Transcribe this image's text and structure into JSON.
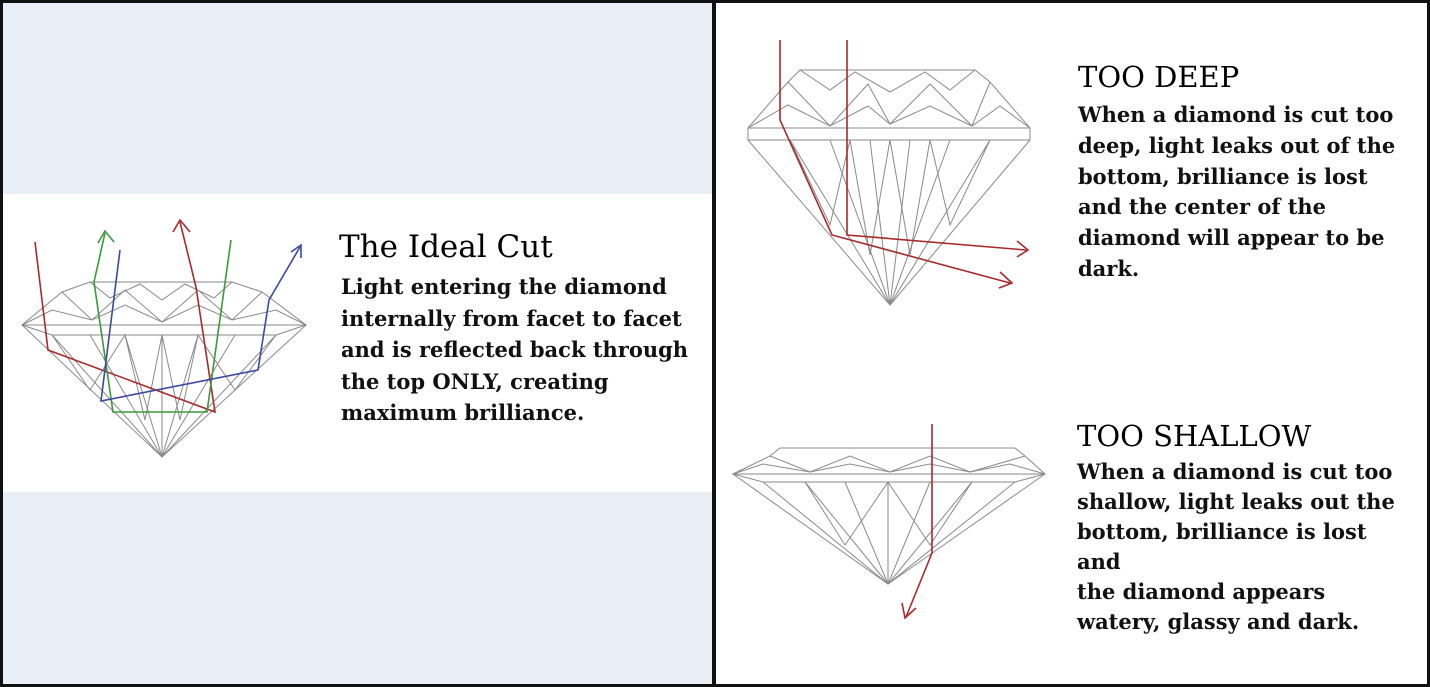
{
  "ideal_cut": {
    "title": "The Ideal Cut",
    "description": "Light entering the diamond\ninternally from facet to facet\nand is reflected back through\nthe top ONLY, creating\nmaximum brilliance."
  },
  "too_deep": {
    "title": "TOO DEEP",
    "description": "When a diamond is cut too\ndeep, light leaks out of the\nbottom, brilliance is lost\nand the center of the\ndiamond will appear to be\ndark."
  },
  "too_shallow": {
    "title": "TOO SHALLOW",
    "description": "When a diamond is cut too\nshallow, light leaks out the\nbottom, brilliance is lost and\nthe diamond appears\nwatery, glassy and dark."
  },
  "colors": {
    "left_background": "#e9eef7",
    "right_background": "#ffffff",
    "border": "#111111",
    "facet_lines": "#8a8a8a",
    "ray_red": "#a82a2a",
    "ray_green": "#3a9a3a",
    "ray_blue": "#3a4aa0"
  }
}
